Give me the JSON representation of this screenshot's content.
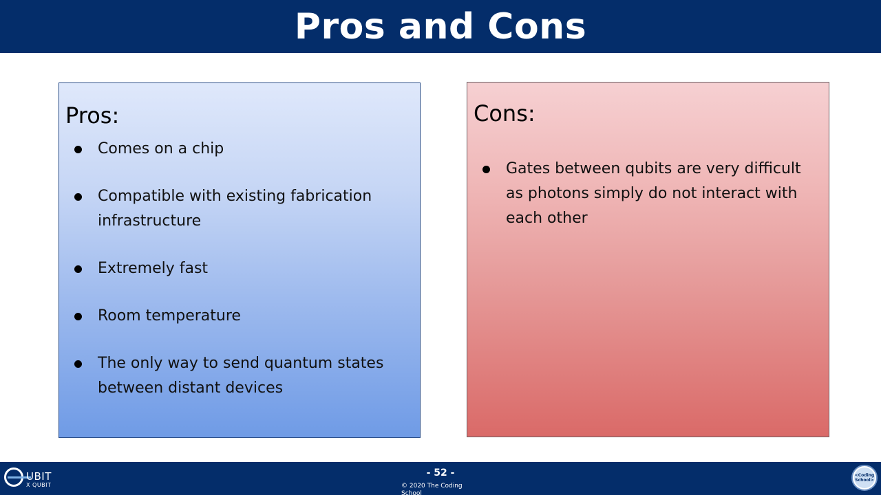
{
  "header": {
    "title": "Pros and Cons"
  },
  "pros": {
    "title": "Pros:",
    "items": [
      "Comes on a chip",
      "Compatible with existing fabrication infrastructure",
      "Extremely fast",
      "Room temperature",
      "The only way to send quantum states between distant devices"
    ]
  },
  "cons": {
    "title": "Cons:",
    "items": [
      "Gates between qubits are very difficult as photons simply do not interact with each other"
    ]
  },
  "footer": {
    "logo_text": "UBIT",
    "logo_sub": "X QUBIT",
    "page_number": "- 52 -",
    "copyright": "© 2020 The Coding School",
    "right_logo_text": "<Coding School>"
  },
  "colors": {
    "header_bg": "#042d6a",
    "pros_bottom": "#6f9be6",
    "cons_bottom": "#da6a68"
  }
}
